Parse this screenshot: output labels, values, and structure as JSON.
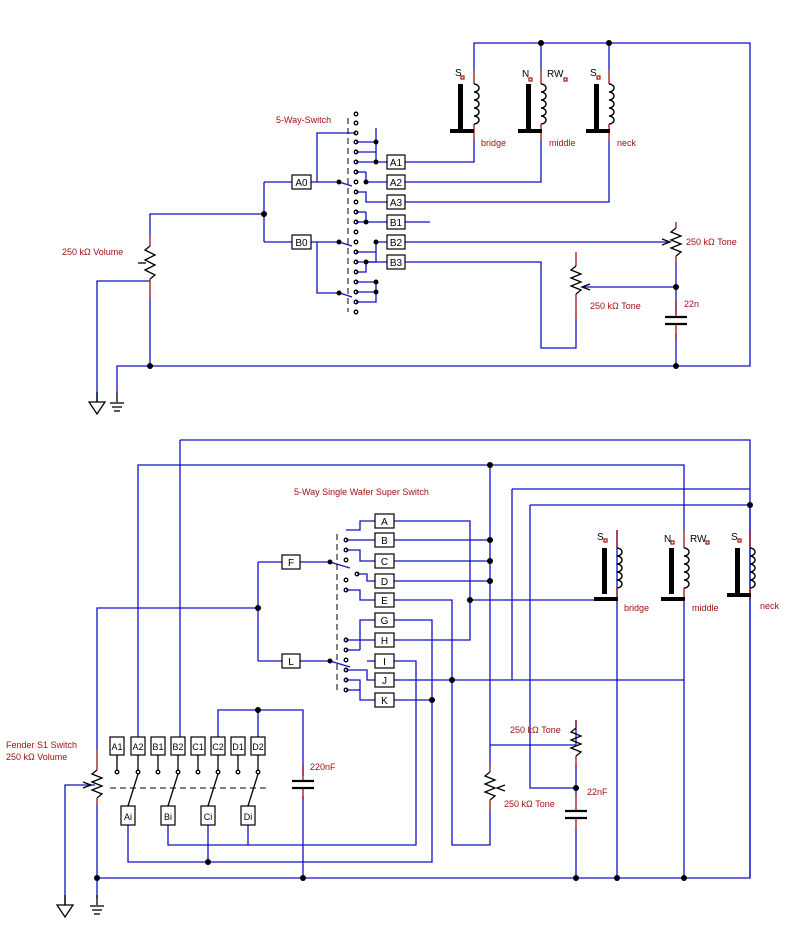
{
  "top": {
    "title": "5-Way-Switch",
    "switch_labels": [
      "A0",
      "A1",
      "A2",
      "A3",
      "B0",
      "B1",
      "B2",
      "B3"
    ],
    "pickups": [
      {
        "name": "bridge",
        "marks": [
          "S"
        ]
      },
      {
        "name": "middle",
        "marks": [
          "N",
          "RW"
        ]
      },
      {
        "name": "neck",
        "marks": [
          "S"
        ]
      }
    ],
    "volume": "250 kΩ Volume",
    "tone1": "250 kΩ Tone",
    "tone2": "250 kΩ Tone",
    "cap": "22n"
  },
  "bottom": {
    "title": "5-Way Single Wafer Super Switch",
    "switch_labels": [
      "A",
      "B",
      "C",
      "D",
      "E",
      "G",
      "H",
      "I",
      "J",
      "K"
    ],
    "selector_labels": [
      "F",
      "L"
    ],
    "pickups": [
      {
        "name": "bridge",
        "marks": [
          "S"
        ]
      },
      {
        "name": "middle",
        "marks": [
          "N",
          "RW"
        ]
      },
      {
        "name": "neck",
        "marks": [
          "S"
        ]
      }
    ],
    "s1_top_labels": [
      "A1",
      "A2",
      "B1",
      "B2",
      "C1",
      "C2",
      "D1",
      "D2"
    ],
    "s1_bottom_labels": [
      "Ai",
      "Bi",
      "Ci",
      "Di"
    ],
    "volume_line1": "Fender S1 Switch",
    "volume_line2": "250 kΩ Volume",
    "tone1": "250 kΩ Tone",
    "tone2": "250 kΩ Tone",
    "cap1": "220nF",
    "cap2": "22nF"
  }
}
